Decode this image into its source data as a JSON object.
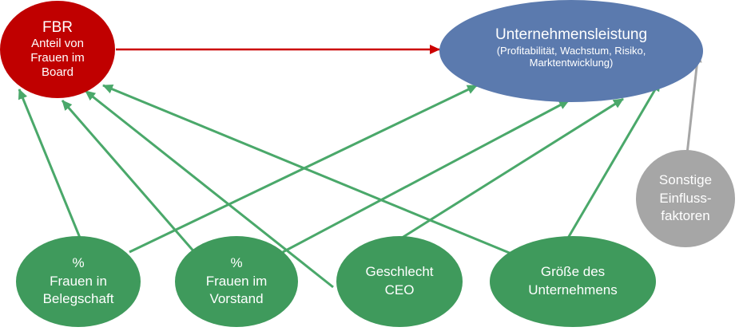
{
  "nodes": {
    "fbr": {
      "title": "FBR",
      "lines": [
        "Anteil von",
        "Frauen im",
        "Board"
      ]
    },
    "performance": {
      "title": "Unternehmensleistung",
      "lines": [
        "(Profitabilität, Wachstum, Risiko,",
        "Marktentwicklung)"
      ]
    },
    "women_staff": {
      "lines": [
        "%",
        "Frauen in",
        "Belegschaft"
      ]
    },
    "women_exec": {
      "lines": [
        "%",
        "Frauen im",
        "Vorstand"
      ]
    },
    "ceo_gender": {
      "lines": [
        "Geschlecht",
        "CEO"
      ]
    },
    "company_size": {
      "lines": [
        "Größe des",
        "Unternehmens"
      ]
    },
    "other_factors": {
      "lines": [
        "Sonstige",
        "Einfluss-",
        "faktoren"
      ]
    }
  },
  "colors": {
    "red": "#c00000",
    "blue": "#5b7aae",
    "green": "#3f9a5c",
    "grey": "#a6a6a6",
    "arrow_red": "#cc0000",
    "arrow_green": "#4aa86a",
    "arrow_grey": "#a6a6a6"
  }
}
